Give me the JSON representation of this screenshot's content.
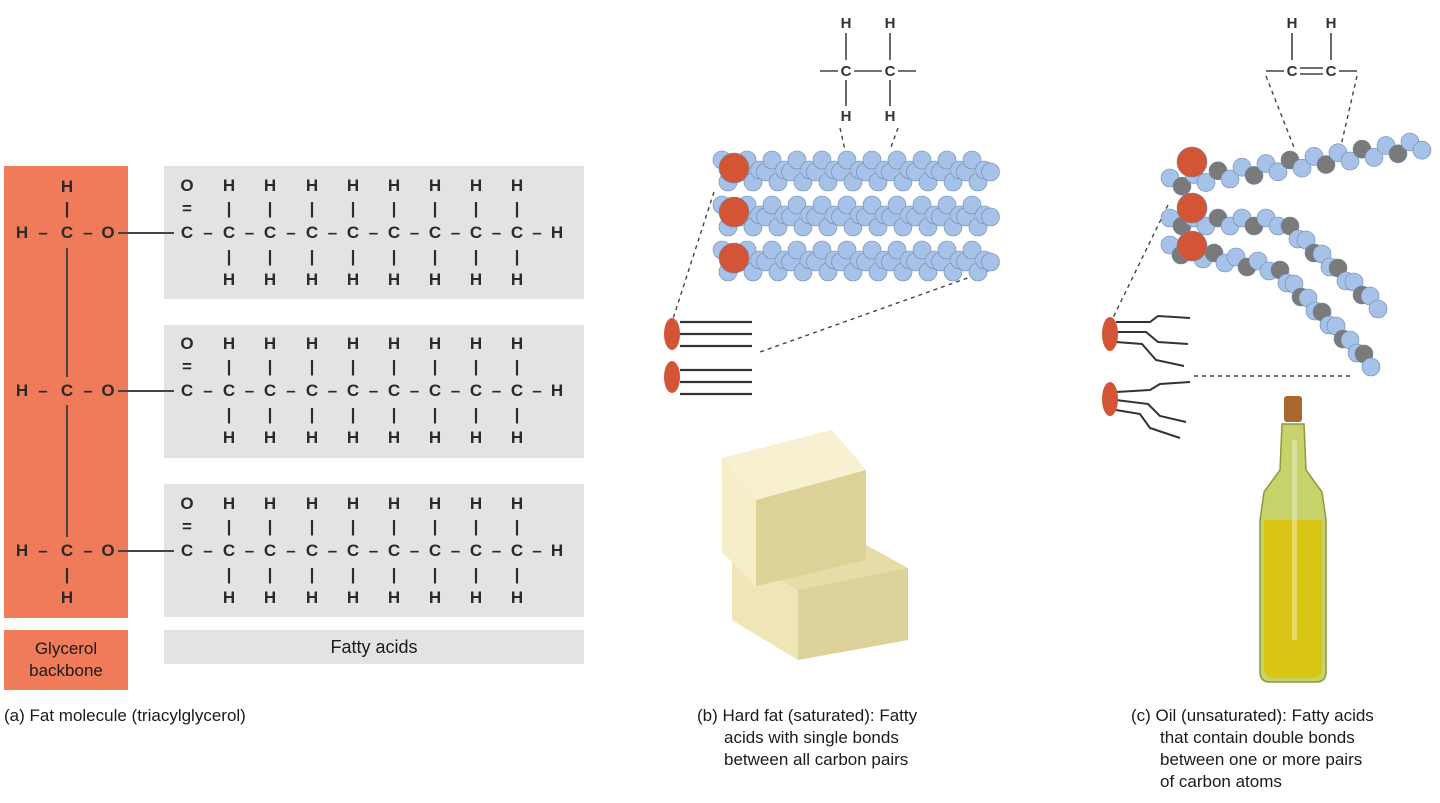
{
  "panel_a": {
    "glycerol_label": "Glycerol backbone",
    "fatty_acids_label": "Fatty acids",
    "caption": "(a) Fat molecule (triacylglycerol)",
    "atoms": {
      "h": "H",
      "c": "C",
      "o": "O",
      "single": "–",
      "double": "="
    }
  },
  "panel_b": {
    "caption_line1": "(b) Hard fat (saturated): Fatty",
    "caption_line2": "acids with single bonds",
    "caption_line3": "between all carbon pairs"
  },
  "panel_c": {
    "caption_line1": "(c) Oil (unsaturated): Fatty acids",
    "caption_line2": "that contain double bonds",
    "caption_line3": "between one or more pairs",
    "caption_line4": "of carbon atoms"
  },
  "colors": {
    "glycerol": "#ef7b5a",
    "fatty_acid_bg": "#e3e3e3",
    "hydrogen_ball": "#a7c2e8",
    "carbon_ball": "#7a7a7a",
    "oxygen_ball": "#d45436",
    "butter": "#f3ecc4",
    "oil": "#d8c21a"
  }
}
